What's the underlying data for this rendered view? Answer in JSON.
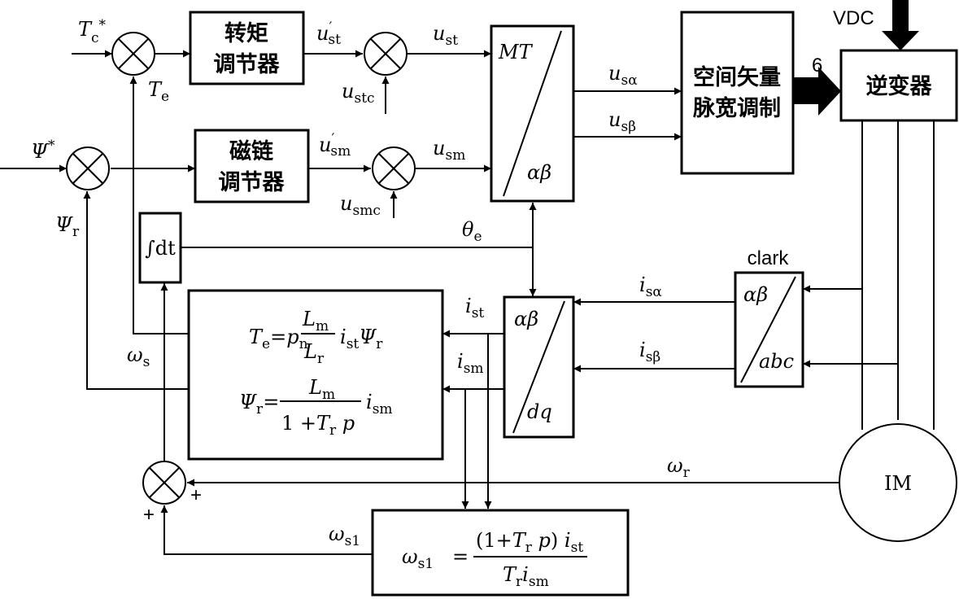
{
  "blocks": {
    "torque_regulator": [
      "转矩",
      "调节器"
    ],
    "flux_regulator": [
      "磁链",
      "调节器"
    ],
    "svpwm": [
      "空间矢量",
      "脉宽调制"
    ],
    "inverter": "逆变器",
    "motor": "IM",
    "integrator": "∫dt",
    "clark_title": "clark"
  },
  "transforms": {
    "mt_top": "MT",
    "mt_bottom": "αβ",
    "dq_top": "αβ",
    "dq_bottom": "dq",
    "clark_top": "αβ",
    "clark_bottom": "abc"
  },
  "signals": {
    "Tc_star": {
      "main": "T",
      "sub": "c",
      "sup": "*"
    },
    "Te": {
      "main": "T",
      "sub": "e"
    },
    "psi_star": {
      "main": "Ψ",
      "sup": "*"
    },
    "psi_r": {
      "main": "Ψ",
      "sub": "r"
    },
    "u_st_prime": {
      "main": "u",
      "sup": "′",
      "sub": "st"
    },
    "u_st": {
      "main": "u",
      "sub": "st"
    },
    "u_stc": {
      "main": "u",
      "sub": "stc"
    },
    "u_sm_prime": {
      "main": "u",
      "sup": "′",
      "sub": "sm"
    },
    "u_sm": {
      "main": "u",
      "sub": "sm"
    },
    "u_smc": {
      "main": "u",
      "sub": "smc"
    },
    "u_salpha": {
      "main": "u",
      "sub": "sα"
    },
    "u_sbeta": {
      "main": "u",
      "sub": "sβ"
    },
    "theta_e": {
      "main": "θ",
      "sub": "e"
    },
    "i_salpha": {
      "main": "i",
      "sub": "sα"
    },
    "i_sbeta": {
      "main": "i",
      "sub": "sβ"
    },
    "i_st": {
      "main": "i",
      "sub": "st"
    },
    "i_sm": {
      "main": "i",
      "sub": "sm"
    },
    "omega_s": {
      "main": "ω",
      "sub": "s"
    },
    "omega_r": {
      "main": "ω",
      "sub": "r"
    },
    "omega_s1": {
      "main": "ω",
      "sub": "s1"
    },
    "vdc": "VDC",
    "pwm_count": "6",
    "plus_right": "+",
    "plus_bottom": "+"
  },
  "equations": {
    "eq1_lhs": "Te",
    "eq1_coef": "pn",
    "eq1_num": "Lm",
    "eq1_den": "Lr",
    "eq1_tail": "istΨr",
    "eq2_lhs": "Ψr",
    "eq2_num": "Lm",
    "eq2_den": "1 +Tr p",
    "eq2_tail": "ism",
    "eq3_lhs": "ωs1",
    "eq3_num": "(1+Tr p) ist",
    "eq3_den": "Tr ism"
  }
}
